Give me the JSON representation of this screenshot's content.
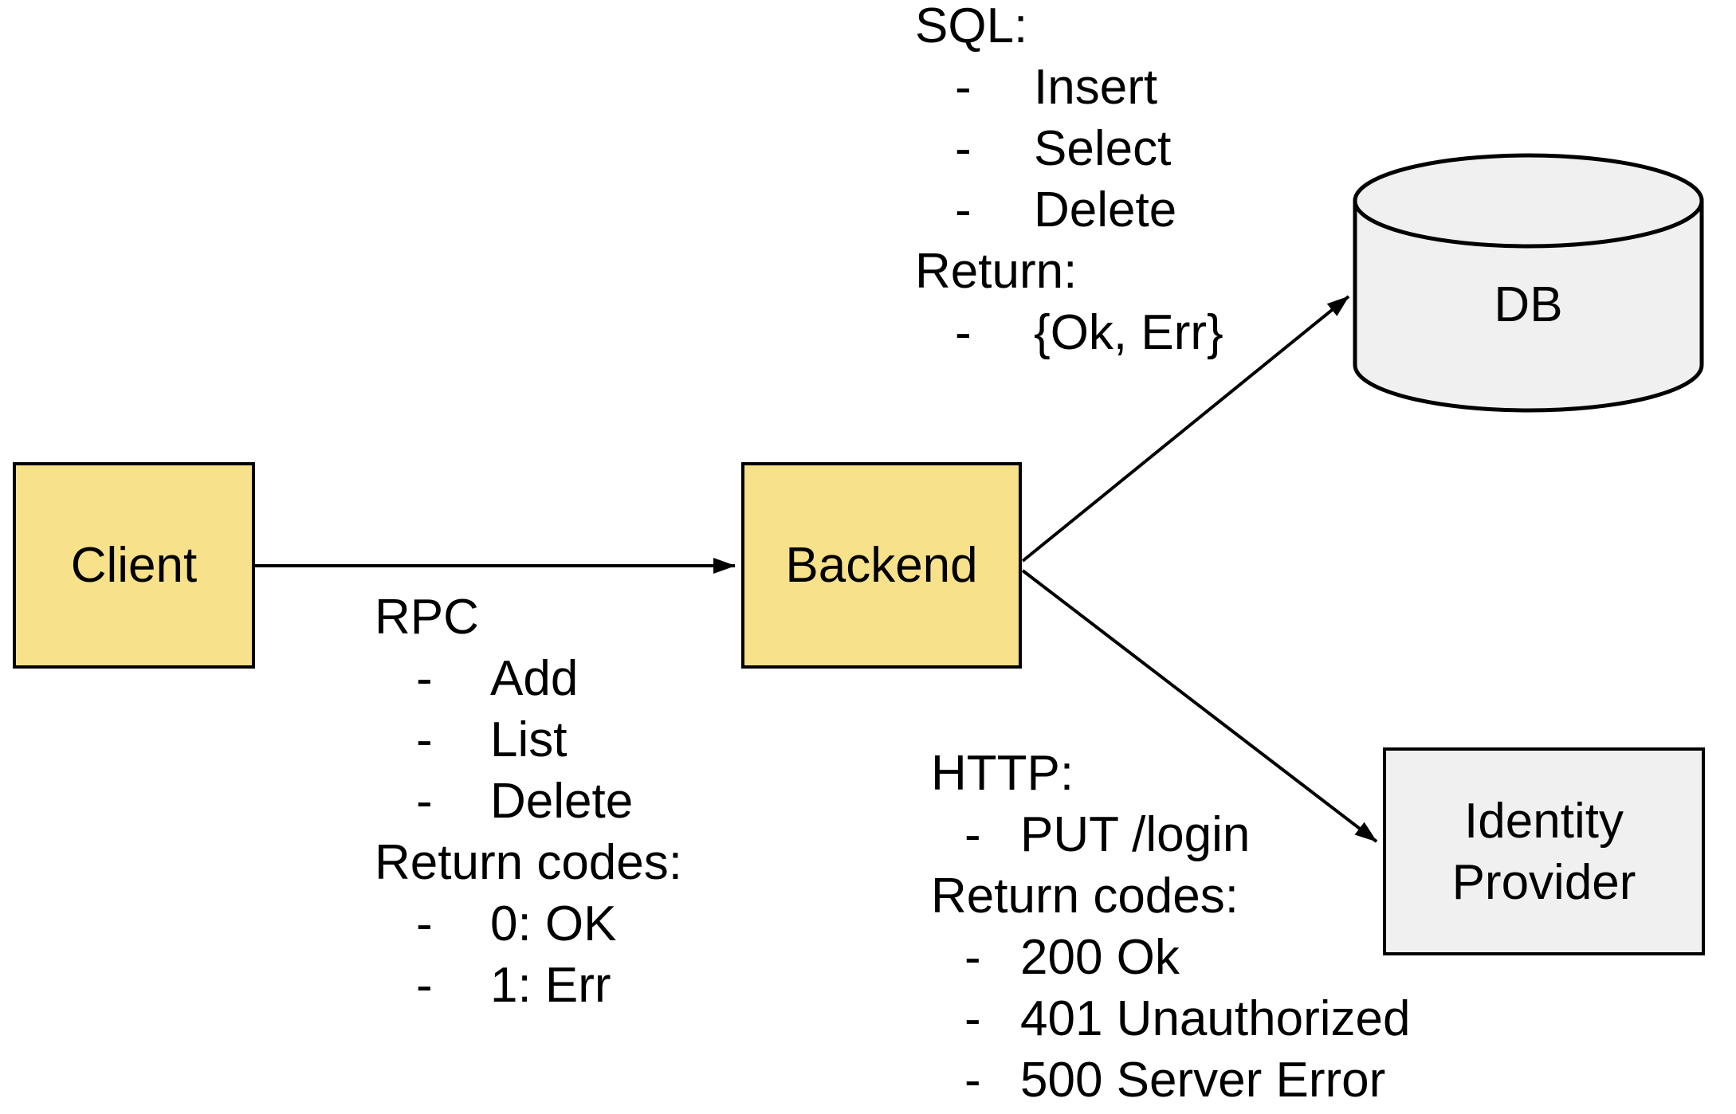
{
  "colors": {
    "node_yellow": "#f7e18a",
    "node_gray": "#f0f0f0",
    "stroke": "#000000",
    "background": "#ffffff"
  },
  "nodes": {
    "client": {
      "label": "Client"
    },
    "backend": {
      "label": "Backend"
    },
    "db": {
      "label": "DB"
    },
    "idp": {
      "label_line1": "Identity",
      "label_line2": "Provider"
    }
  },
  "annotations": {
    "bullet_char": "-",
    "rpc": {
      "lines": [
        {
          "text": "RPC",
          "bullet": false
        },
        {
          "text": "Add",
          "bullet": true
        },
        {
          "text": "List",
          "bullet": true
        },
        {
          "text": "Delete",
          "bullet": true
        },
        {
          "text": "Return codes:",
          "bullet": false
        },
        {
          "text": "0: OK",
          "bullet": true
        },
        {
          "text": "1: Err",
          "bullet": true
        }
      ]
    },
    "sql": {
      "lines": [
        {
          "text": "SQL:",
          "bullet": false
        },
        {
          "text": "Insert",
          "bullet": true
        },
        {
          "text": "Select",
          "bullet": true
        },
        {
          "text": "Delete",
          "bullet": true
        },
        {
          "text": "Return:",
          "bullet": false
        },
        {
          "text": "{Ok, Err}",
          "bullet": true
        }
      ]
    },
    "http": {
      "lines": [
        {
          "text": "HTTP:",
          "bullet": false
        },
        {
          "text": "PUT /login",
          "bullet": true
        },
        {
          "text": "Return codes:",
          "bullet": false
        },
        {
          "text": "200 Ok",
          "bullet": true
        },
        {
          "text": "401 Unauthorized",
          "bullet": true
        },
        {
          "text": "500 Server Error",
          "bullet": true
        }
      ]
    }
  }
}
